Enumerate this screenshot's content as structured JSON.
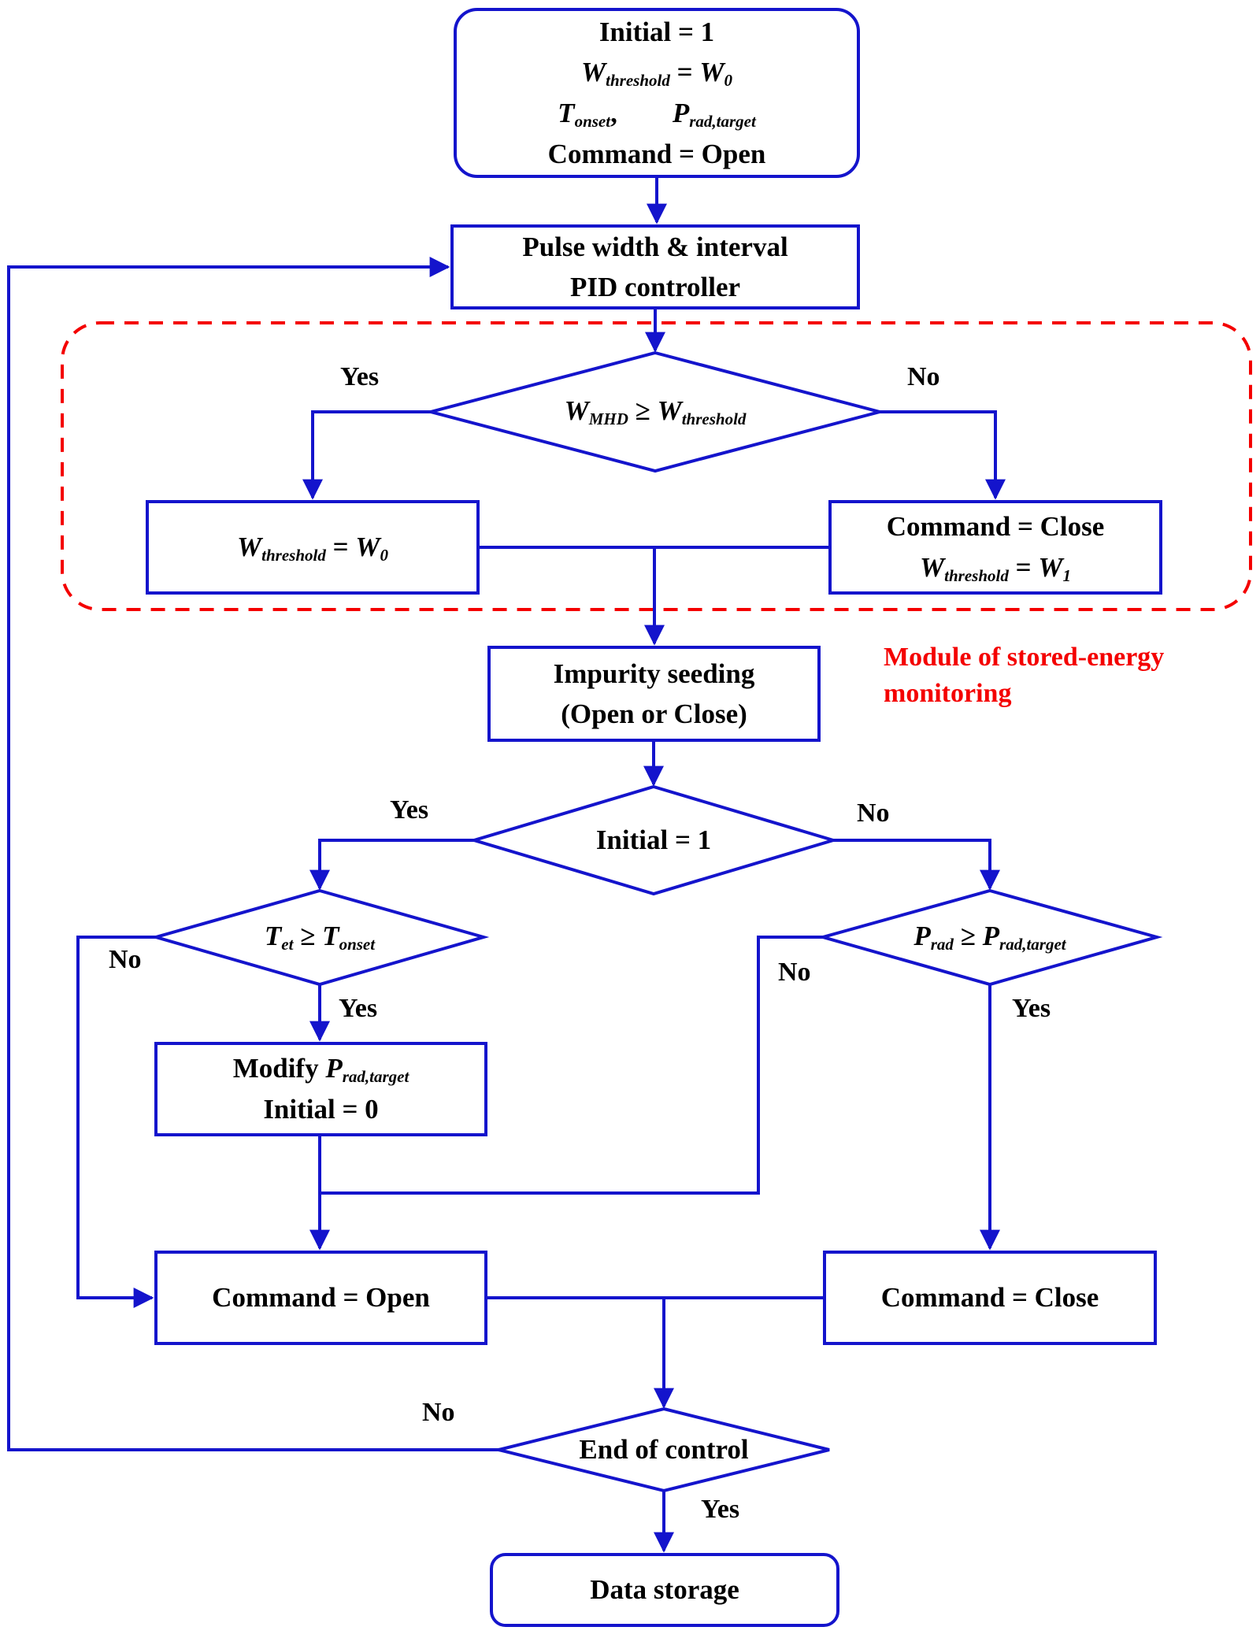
{
  "colors": {
    "line": "#1414cc",
    "module": "#f40000",
    "text": "#000000",
    "background": "#ffffff"
  },
  "labels": {
    "yes": "Yes",
    "no": "No"
  },
  "module_note": {
    "line1": "Module of stored-energy",
    "line2": "monitoring"
  },
  "nodes": {
    "start": {
      "line1": "Initial = 1",
      "line2": [
        {
          "t": "W",
          "f": "i"
        },
        {
          "t": "threshold",
          "f": "i sub"
        },
        {
          "t": " = ",
          "f": ""
        },
        {
          "t": "W",
          "f": "i"
        },
        {
          "t": "0",
          "f": "i sub"
        }
      ],
      "line3": [
        {
          "t": "T",
          "f": "i"
        },
        {
          "t": "onset",
          "f": "i sub"
        },
        {
          "t": ",",
          "f": ""
        },
        {
          "t": " ",
          "f": "gap"
        },
        {
          "t": "P",
          "f": "i"
        },
        {
          "t": "rad,target",
          "f": "i sub"
        }
      ],
      "line4": "Command = Open"
    },
    "pid": {
      "line1": "Pulse width & interval",
      "line2": "PID controller"
    },
    "d_wmhd": [
      {
        "t": "W",
        "f": "i"
      },
      {
        "t": "MHD",
        "f": "i sub"
      },
      {
        "t": " ≥ ",
        "f": ""
      },
      {
        "t": "W",
        "f": "i"
      },
      {
        "t": "threshold",
        "f": "i sub"
      }
    ],
    "box_wthreshold_w0": [
      {
        "t": "W",
        "f": "i"
      },
      {
        "t": "threshold",
        "f": "i sub"
      },
      {
        "t": " = ",
        "f": ""
      },
      {
        "t": "W",
        "f": "i"
      },
      {
        "t": "0",
        "f": "i sub"
      }
    ],
    "box_close_w1": {
      "line1": "Command = Close",
      "line2": [
        {
          "t": "W",
          "f": "i"
        },
        {
          "t": "threshold",
          "f": "i sub"
        },
        {
          "t": " = ",
          "f": ""
        },
        {
          "t": "W",
          "f": "i"
        },
        {
          "t": "1",
          "f": "i sub"
        }
      ]
    },
    "impurity": {
      "line1": "Impurity seeding",
      "line2": "(Open or Close)"
    },
    "d_initial": "Initial = 1",
    "d_tet": [
      {
        "t": "T",
        "f": "i"
      },
      {
        "t": "et",
        "f": "i sub"
      },
      {
        "t": " ≥ ",
        "f": ""
      },
      {
        "t": "T",
        "f": "i"
      },
      {
        "t": "onset",
        "f": "i sub"
      }
    ],
    "d_prad": [
      {
        "t": "P",
        "f": "i"
      },
      {
        "t": "rad",
        "f": "i sub"
      },
      {
        "t": " ≥ ",
        "f": ""
      },
      {
        "t": "P",
        "f": "i"
      },
      {
        "t": "rad,target",
        "f": "i sub"
      }
    ],
    "modify": {
      "line1": [
        {
          "t": "Modify ",
          "f": ""
        },
        {
          "t": "P",
          "f": "i"
        },
        {
          "t": "rad,target",
          "f": "i sub"
        }
      ],
      "line2": "Initial = 0"
    },
    "cmd_open": "Command = Open",
    "cmd_close": "Command = Close",
    "d_end": "End of control",
    "data_storage": "Data storage"
  }
}
